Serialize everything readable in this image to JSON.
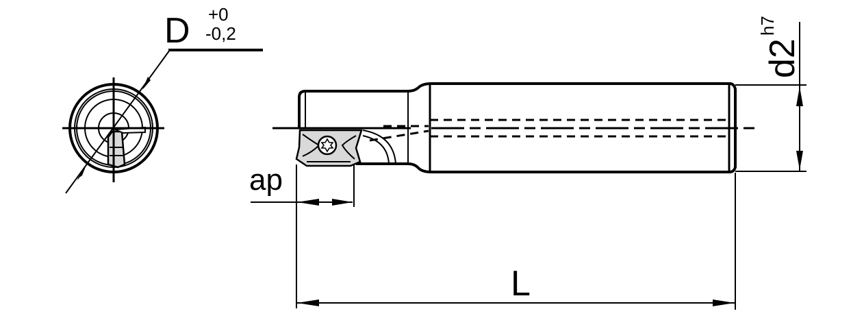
{
  "drawing": {
    "subject": "end mill with indexable insert",
    "views": [
      "end view",
      "side view"
    ]
  },
  "dimensions": {
    "diameter": {
      "symbol": "D",
      "tol_upper": "+0",
      "tol_lower": "-0,2"
    },
    "shank_diameter": {
      "symbol": "d2",
      "tolerance": "h7"
    },
    "cutting_depth": {
      "symbol": "ap"
    },
    "overall_length": {
      "symbol": "L"
    }
  },
  "colors": {
    "line": "#000000",
    "insert_fill": "#d9d9d9",
    "background": "#ffffff"
  }
}
